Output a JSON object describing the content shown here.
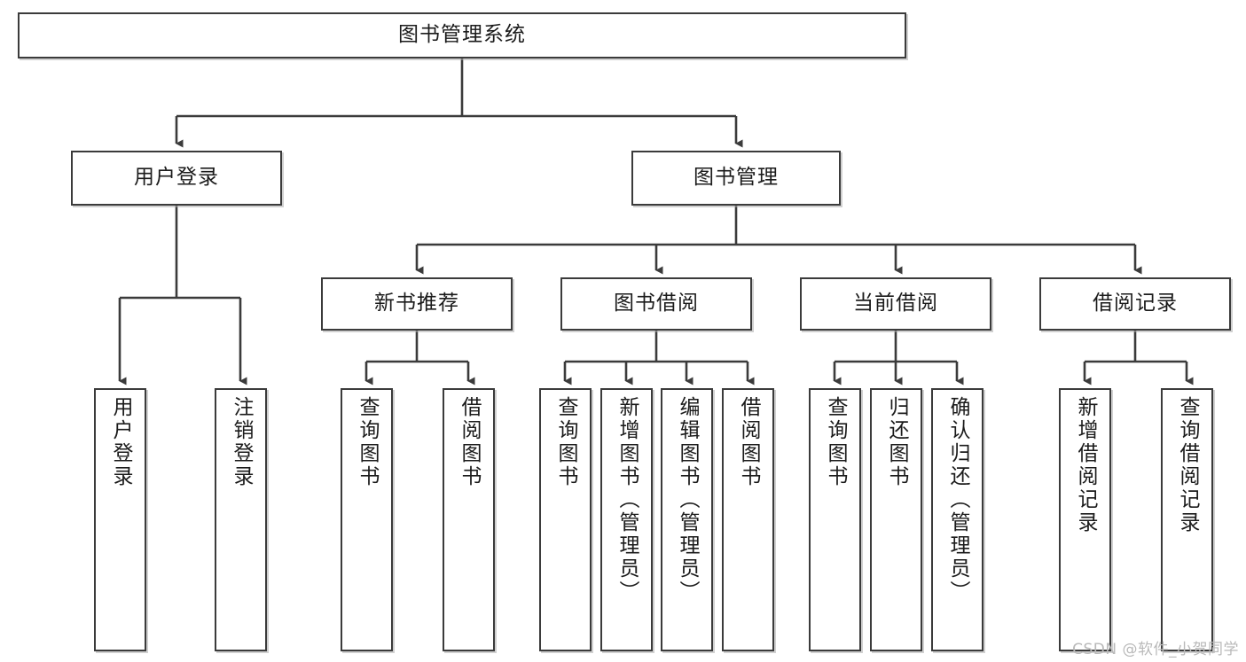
{
  "diagram": {
    "title": "图书管理系统",
    "root": {
      "label": "图书管理系统"
    },
    "level2": [
      {
        "label": "用户登录"
      },
      {
        "label": "图书管理"
      }
    ],
    "level3": [
      {
        "label": "新书推荐"
      },
      {
        "label": "图书借阅"
      },
      {
        "label": "当前借阅"
      },
      {
        "label": "借阅记录"
      }
    ],
    "leaves": [
      {
        "label": "用户登录"
      },
      {
        "label": "注销登录"
      },
      {
        "label": "查询图书"
      },
      {
        "label": "借阅图书"
      },
      {
        "label": "查询图书"
      },
      {
        "label": "新增图书（管理员）"
      },
      {
        "label": "编辑图书（管理员）"
      },
      {
        "label": "借阅图书"
      },
      {
        "label": "查询图书"
      },
      {
        "label": "归还图书"
      },
      {
        "label": "确认归还（管理员）"
      },
      {
        "label": "新增借阅记录"
      },
      {
        "label": "查询借阅记录"
      }
    ]
  },
  "watermark": {
    "text": "CSDN @软件_小贺同学"
  },
  "colors": {
    "background": "#ffffff",
    "box_border": "#3b3b3b",
    "box_fill": "#ffffff",
    "text": "#1b1b1b",
    "connector": "#3b3b3b",
    "watermark": "#b9b9b9"
  }
}
